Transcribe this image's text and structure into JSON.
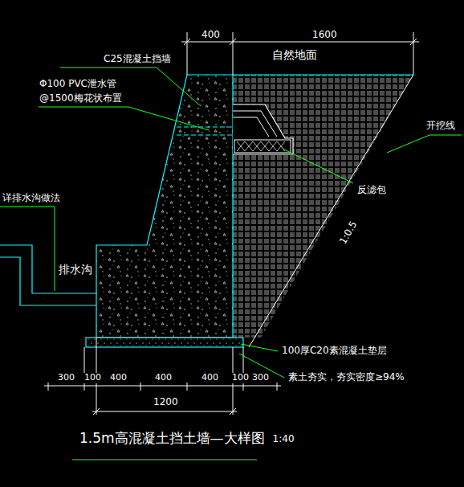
{
  "diagram": {
    "title": "1.5m高混凝土挡土墙—大样图",
    "labels": [
      "400",
      "1600",
      "自然地面",
      "C25混凝土挡墙",
      "Φ100 PVC泄水管",
      "@1500梅花状布置",
      "开挖线",
      "反滤包",
      "1:0.5",
      "详排水沟做法",
      "排水沟",
      "100厚C20素混凝土垫层",
      "素土夯实，夯实密度≥94%",
      "300",
      "100",
      "400",
      "400",
      "400",
      "100",
      "300",
      "1200",
      "1:40"
    ]
  }
}
